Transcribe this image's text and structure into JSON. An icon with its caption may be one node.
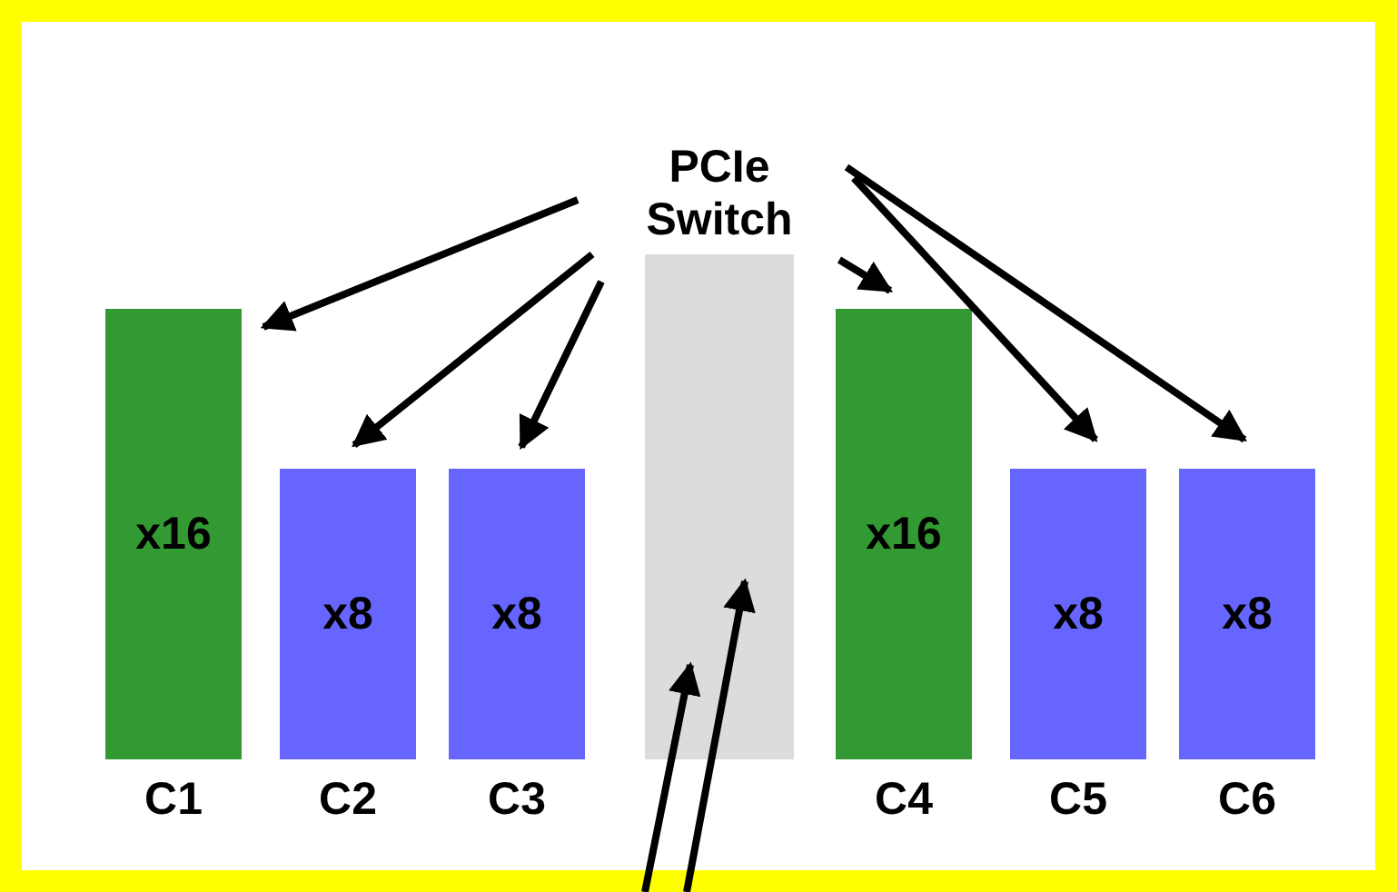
{
  "diagram": {
    "nodes": [
      {
        "text": [
          "PCIe Switch"
        ]
      },
      {
        "text": [
          "x16"
        ],
        "beside": [
          "C1"
        ]
      },
      {
        "text": [
          "x8"
        ],
        "beside": [
          "C2"
        ]
      },
      {
        "text": [
          "x8"
        ],
        "beside": [
          "C3"
        ]
      },
      {
        "text": [
          "x16"
        ],
        "beside": [
          "C4"
        ]
      },
      {
        "text": [
          "x8"
        ],
        "beside": [
          "C5"
        ]
      },
      {
        "text": [
          "x8"
        ],
        "beside": [
          "C6"
        ]
      }
    ],
    "edges": [
      {
        "from": 0,
        "to": 1,
        "arrow": "to"
      },
      {
        "from": 0,
        "to": 2,
        "arrow": "to"
      },
      {
        "from": 0,
        "to": 3,
        "arrow": "to"
      },
      {
        "from": 0,
        "to": 4,
        "arrow": "to"
      },
      {
        "from": 0,
        "to": 5,
        "arrow": "to"
      },
      {
        "from": 0,
        "to": 6,
        "arrow": "to"
      },
      {
        "from": null,
        "to": 0,
        "arrow": "to"
      },
      {
        "from": null,
        "to": 0,
        "arrow": "to"
      }
    ]
  }
}
